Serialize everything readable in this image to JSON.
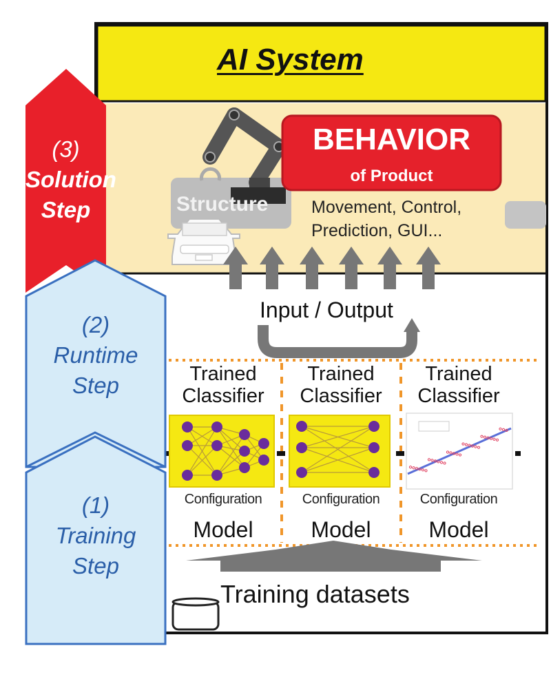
{
  "title": "AI System",
  "steps": [
    {
      "number": "(3)",
      "line1": "Solution",
      "line2": "Step",
      "color": "#e8202a"
    },
    {
      "number": "(2)",
      "line1": "Runtime",
      "line2": "Step",
      "color": "#d6ebf8"
    },
    {
      "number": "(1)",
      "line1": "Training",
      "line2": "Step",
      "color": "#d6ebf8"
    }
  ],
  "behavior": {
    "title": "BEHAVIOR",
    "subtitle": "of Product",
    "description_line1": "Movement, Control,",
    "description_line2": "Prediction, GUI..."
  },
  "structure_label": "Structure",
  "io_label": "Input / Output",
  "columns": [
    {
      "title_line1": "Trained",
      "title_line2": "Classifier",
      "config": "Configuration",
      "model": "Model",
      "figure": "deep-neural-network"
    },
    {
      "title_line1": "Trained",
      "title_line2": "Classifier",
      "config": "Configuration",
      "model": "Model",
      "figure": "shallow-neural-network"
    },
    {
      "title_line1": "Trained",
      "title_line2": "Classifier",
      "config": "Configuration",
      "model": "Model",
      "figure": "regression-plot"
    }
  ],
  "datasets_label": "Training datasets",
  "icons": {
    "robot_arm": "robot-arm-icon",
    "car": "car-icon",
    "database": "database-icon"
  },
  "colors": {
    "header_yellow": "#f5e812",
    "behavior_bg": "#fbeab8",
    "behavior_red": "#e5212b",
    "step_blue_border": "#3a70c0",
    "divider_orange": "#f0962a",
    "arrow_gray": "#777777",
    "node_purple": "#6a2c9c"
  }
}
